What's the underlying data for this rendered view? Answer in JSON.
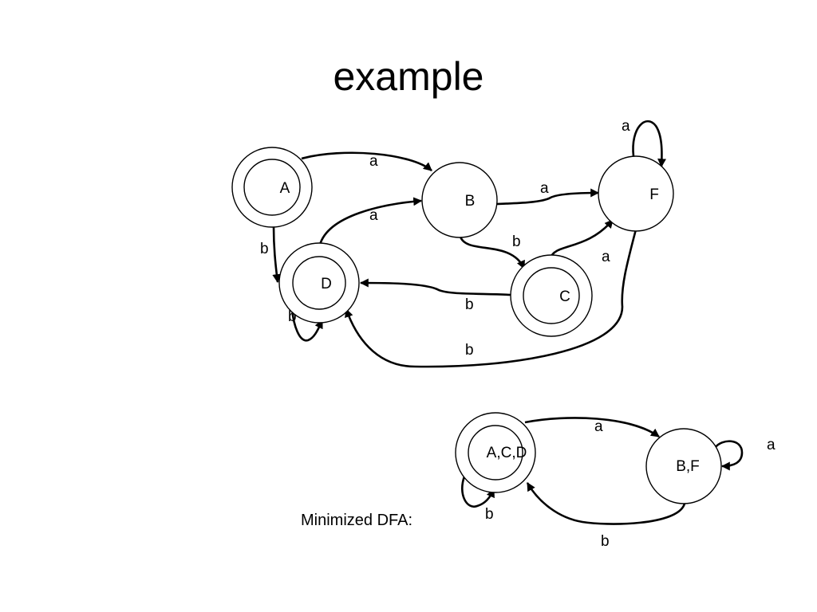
{
  "slide": {
    "title": "example",
    "caption": "Minimized DFA:"
  },
  "dfa": {
    "states": [
      {
        "id": "A",
        "label": "A",
        "accepting": true
      },
      {
        "id": "B",
        "label": "B",
        "accepting": false
      },
      {
        "id": "C",
        "label": "C",
        "accepting": true
      },
      {
        "id": "D",
        "label": "D",
        "accepting": true
      },
      {
        "id": "F",
        "label": "F",
        "accepting": false
      }
    ],
    "transitions": [
      {
        "from": "A",
        "to": "B",
        "symbol": "a"
      },
      {
        "from": "A",
        "to": "D",
        "symbol": "b"
      },
      {
        "from": "B",
        "to": "F",
        "symbol": "a"
      },
      {
        "from": "B",
        "to": "C",
        "symbol": "b"
      },
      {
        "from": "D",
        "to": "B",
        "symbol": "a"
      },
      {
        "from": "D",
        "to": "D",
        "symbol": "b"
      },
      {
        "from": "C",
        "to": "F",
        "symbol": "a"
      },
      {
        "from": "C",
        "to": "D",
        "symbol": "b"
      },
      {
        "from": "F",
        "to": "F",
        "symbol": "a"
      },
      {
        "from": "F",
        "to": "D",
        "symbol": "b"
      }
    ]
  },
  "minimized_dfa": {
    "states": [
      {
        "id": "ACD",
        "label": "A,C,D",
        "accepting": true
      },
      {
        "id": "BF",
        "label": "B,F",
        "accepting": false
      }
    ],
    "transitions": [
      {
        "from": "ACD",
        "to": "BF",
        "symbol": "a"
      },
      {
        "from": "ACD",
        "to": "ACD",
        "symbol": "b"
      },
      {
        "from": "BF",
        "to": "BF",
        "symbol": "a"
      },
      {
        "from": "BF",
        "to": "ACD",
        "symbol": "b"
      }
    ]
  }
}
